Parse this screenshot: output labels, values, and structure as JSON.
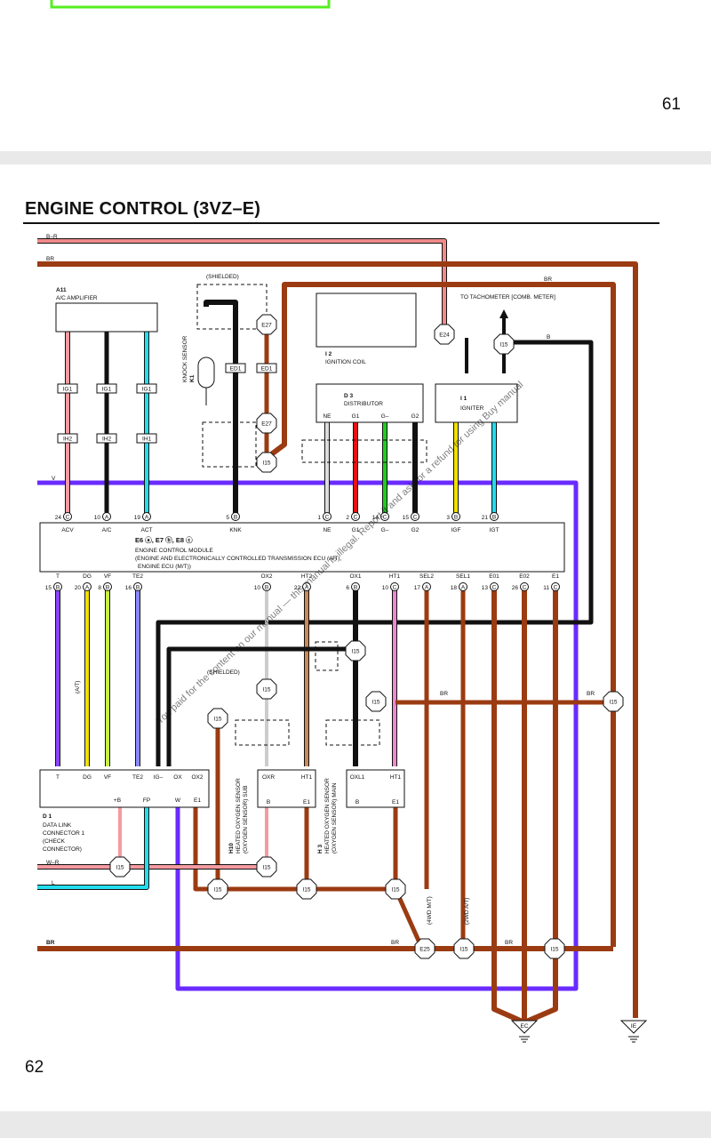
{
  "pages": {
    "top_page_number": "61",
    "bottom_page_number": "62"
  },
  "title": "ENGINE CONTROL (3VZ–E)",
  "watermark": "You paid for the content on our manual — this manual is illegal. Report it and ask for a refund for using Buy manual",
  "components": {
    "a11": {
      "id": "A11",
      "name": "A/C AMPLIFIER"
    },
    "k1": {
      "id": "K1",
      "name": "KNOCK SENSOR"
    },
    "i2": {
      "id": "I 2",
      "name": "IGNITION COIL"
    },
    "d3": {
      "id": "D 3",
      "name": "DISTRIBUTOR"
    },
    "i1": {
      "id": "I 1",
      "name": "IGNITER"
    },
    "tacho": "TO TACHOMETER [COMB. METER]",
    "ecm": {
      "connectors": [
        "E6",
        "E7",
        "E8"
      ],
      "name": "ENGINE CONTROL MODULE",
      "line2": "(ENGINE AND ELECTRONICALLY CONTROLLED TRANSMISSION ECU (A/T),",
      "line3": "ENGINE ECU (M/T))"
    },
    "d1": {
      "id": "D 1",
      "line1": "DATA LINK",
      "line2": "CONNECTOR 1",
      "line3": "(CHECK",
      "line4": "CONNECTOR)"
    },
    "h10": {
      "id": "H10",
      "line1": "HEATED OXYGEN SENSOR",
      "line2": "(OXYGEN SENSOR) SUB"
    },
    "h3": {
      "id": "H 3",
      "line1": "HEATED OXYGEN SENSOR",
      "line2": "(OXYGEN SENSOR) MAIN"
    },
    "shielded": "(SHIELDED)"
  },
  "colors": {
    "BR": "#9b3b12",
    "B": "#111111",
    "V": "#6a2bff",
    "W": "#bbbbbb",
    "R": "#e81010",
    "G": "#22cc22",
    "Y": "#f0e000",
    "L": "#22ddee",
    "P": "#ee88cc",
    "green_border": "#55ee22"
  },
  "wires": {
    "top_br_r": "B–R",
    "top_br": "BR",
    "v_bus": "V",
    "br_ground": "BR",
    "wr": "W–R",
    "l": "L"
  },
  "ecm_pins_top": [
    {
      "num": "24",
      "conn": "C",
      "label": "ACV"
    },
    {
      "num": "10",
      "conn": "A",
      "label": "A/C"
    },
    {
      "num": "19",
      "conn": "A",
      "label": "ACT"
    },
    {
      "num": "5",
      "conn": "B",
      "label": "KNK"
    },
    {
      "num": "1",
      "conn": "C",
      "label": "NE"
    },
    {
      "num": "2",
      "conn": "C",
      "label": "G1"
    },
    {
      "num": "14",
      "conn": "C",
      "label": "G–"
    },
    {
      "num": "15",
      "conn": "C",
      "label": "G2"
    },
    {
      "num": "3",
      "conn": "B",
      "label": "IGF"
    },
    {
      "num": "21",
      "conn": "B",
      "label": "IGT"
    }
  ],
  "ecm_pins_bottom": [
    {
      "num": "15",
      "conn": "B",
      "label": "T"
    },
    {
      "num": "20",
      "conn": "A",
      "label": "DG"
    },
    {
      "num": "8",
      "conn": "B",
      "label": "VF"
    },
    {
      "num": "16",
      "conn": "B",
      "label": "TE2"
    },
    {
      "num": "10",
      "conn": "B",
      "label": "OX2"
    },
    {
      "num": "22",
      "conn": "A",
      "label": "HT2"
    },
    {
      "num": "6",
      "conn": "B",
      "label": "OX1"
    },
    {
      "num": "10",
      "conn": "C",
      "label": "HT1"
    },
    {
      "num": "17",
      "conn": "A",
      "label": "SEL2"
    },
    {
      "num": "18",
      "conn": "A",
      "label": "SEL1"
    },
    {
      "num": "13",
      "conn": "C",
      "label": "E01"
    },
    {
      "num": "26",
      "conn": "C",
      "label": "E02"
    },
    {
      "num": "11",
      "conn": "C",
      "label": "E1"
    }
  ],
  "junctions": {
    "e27": "E27",
    "ed1": "ED1",
    "i15": "I15",
    "e24": "E24",
    "e25": "E25",
    "ig1": "IG1",
    "ih1": "IH1",
    "ih2": "IH2"
  },
  "dlc_pins": [
    "T",
    "DG",
    "VF",
    "TE2",
    "IG–",
    "OX",
    "OX2",
    "+B",
    "FP",
    "W",
    "E1"
  ],
  "grounds": [
    "EC",
    "IE"
  ],
  "notes": {
    "at": "(A/T)",
    "4wd_mt": "(4WD M/T)",
    "2wd_at": "(2WD A/T)"
  }
}
